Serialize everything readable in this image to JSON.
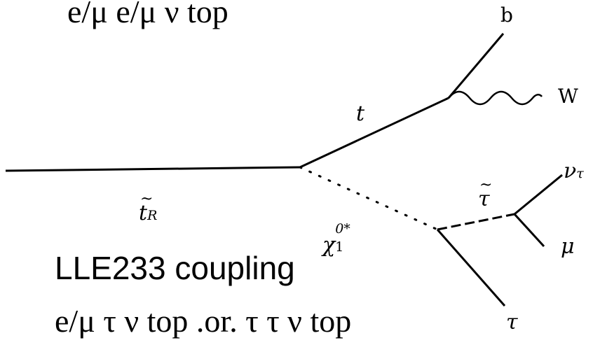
{
  "top_caption": "e/μ e/μ ν top",
  "coupling_title": "LLE233 coupling",
  "bottom_caption": "e/μ τ ν top .or. τ τ ν top",
  "particles": {
    "stop_base": "t",
    "stop_sub": "R",
    "top": "t",
    "bottom": "b",
    "w_boson": "W",
    "neutralino_base": "χ",
    "neutralino_sub": "1",
    "neutralino_sup": "0*",
    "stau": "τ",
    "nu_tau_base": "ν",
    "nu_tau_sub": "τ",
    "muon": "μ",
    "tau": "τ"
  },
  "colors": {
    "ink": "#000000",
    "background": "#ffffff"
  }
}
